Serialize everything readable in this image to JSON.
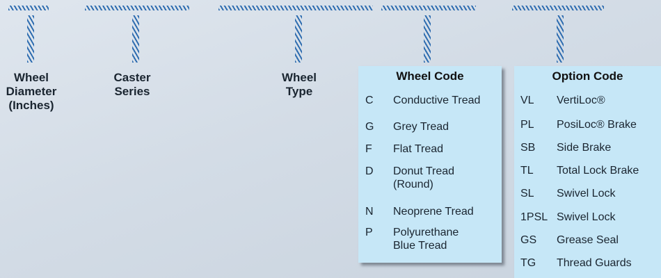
{
  "columns": [
    {
      "label_lines": [
        "Wheel",
        "Diameter",
        "(Inches)"
      ]
    },
    {
      "label_lines": [
        "Caster",
        "Series"
      ]
    },
    {
      "label_lines": [
        "Wheel",
        "Type"
      ]
    }
  ],
  "wheel_code": {
    "title": "Wheel Code",
    "items": [
      {
        "code": "C",
        "desc_lines": [
          "Conductive Tread"
        ]
      },
      {
        "code": "G",
        "desc_lines": [
          "Grey Tread"
        ]
      },
      {
        "code": "F",
        "desc_lines": [
          "Flat Tread"
        ]
      },
      {
        "code": "D",
        "desc_lines": [
          "Donut Tread",
          "(Round)"
        ]
      },
      {
        "code": "N",
        "desc_lines": [
          "Neoprene Tread"
        ]
      },
      {
        "code": "P",
        "desc_lines": [
          "Polyurethane",
          "Blue Tread"
        ]
      }
    ]
  },
  "option_code": {
    "title": "Option Code",
    "items": [
      {
        "code": "VL",
        "desc": "VertiLoc®"
      },
      {
        "code": "PL",
        "desc": "PosiLoc® Brake"
      },
      {
        "code": "SB",
        "desc": "Side Brake"
      },
      {
        "code": "TL",
        "desc": "Total Lock Brake"
      },
      {
        "code": "SL",
        "desc": "Swivel Lock"
      },
      {
        "code": "1PSL",
        "desc": "Swivel Lock"
      },
      {
        "code": "GS",
        "desc": "Grease Seal"
      },
      {
        "code": "TG",
        "desc": "Thread Guards"
      }
    ]
  },
  "colors": {
    "accent": "#2f6db0",
    "panel": "#c6e7f7"
  }
}
